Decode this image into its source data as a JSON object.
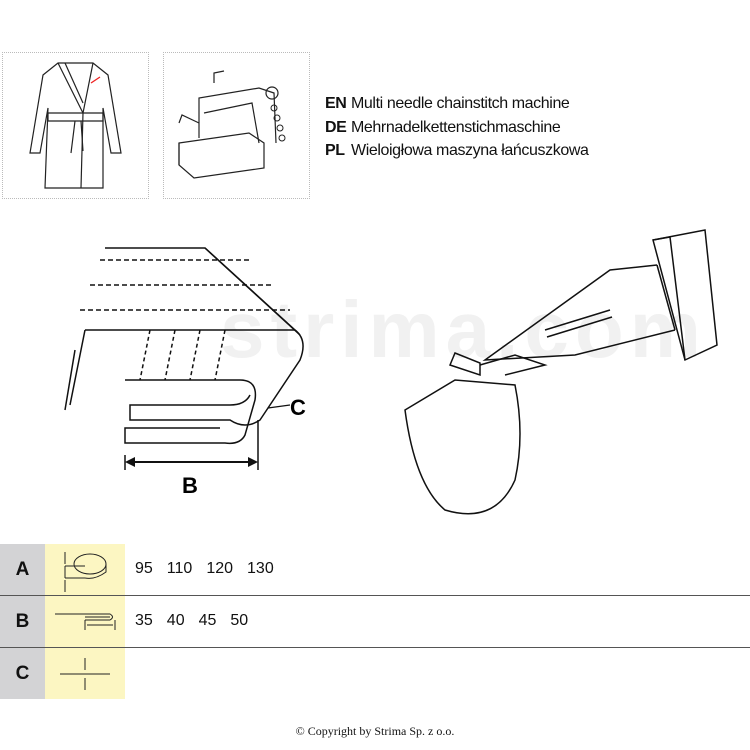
{
  "machine": {
    "items": [
      {
        "code": "EN",
        "text": "Multi needle chainstitch machine"
      },
      {
        "code": "DE",
        "text": "Mehrnadelkettenstichmaschine"
      },
      {
        "code": "PL",
        "text": "Wieloigłowa maszyna łańcuszkowa"
      }
    ]
  },
  "diagram": {
    "label_b": "B",
    "label_c": "C"
  },
  "watermark": "strima.com",
  "table": {
    "rows": [
      {
        "key": "A",
        "icon": "tape-width-icon",
        "values": [
          "95",
          "110",
          "120",
          "130"
        ]
      },
      {
        "key": "B",
        "icon": "fold-width-icon",
        "values": [
          "35",
          "40",
          "45",
          "50"
        ]
      },
      {
        "key": "C",
        "icon": "thickness-icon",
        "values": []
      }
    ]
  },
  "footer": {
    "copyright": "© Copyright by Strima Sp. z o.o."
  }
}
